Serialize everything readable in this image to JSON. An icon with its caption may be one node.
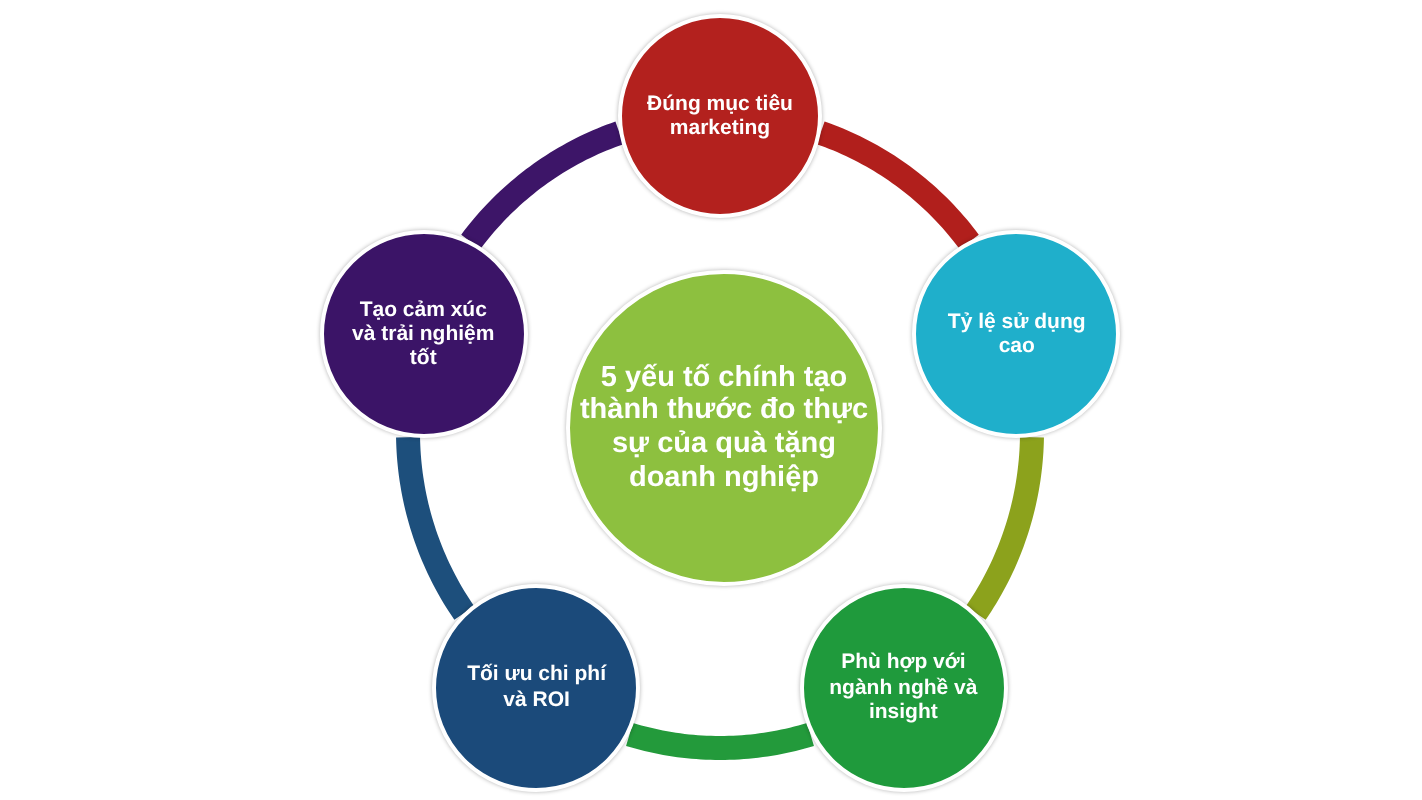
{
  "diagram": {
    "nodes": [
      {
        "text": [
          "5 yếu tố chính tạo thành thước đo thực sự của quà tặng doanh nghiệp"
        ]
      },
      {
        "text": [
          "Đúng mục tiêu marketing"
        ]
      },
      {
        "text": [
          "Tỷ lệ sử dụng cao"
        ]
      },
      {
        "text": [
          "Phù hợp với ngành nghề và insight"
        ]
      },
      {
        "text": [
          "Tối ưu chi phí và ROI"
        ]
      },
      {
        "text": [
          "Tạo cảm xúc và trải nghiệm tốt"
        ]
      }
    ],
    "edges": [
      {
        "from": 1,
        "to": 2,
        "arrow": "none",
        "color": "#b11f1c"
      },
      {
        "from": 2,
        "to": 3,
        "arrow": "none",
        "color": "#8ca21c"
      },
      {
        "from": 3,
        "to": 4,
        "arrow": "none",
        "color": "#239a3b"
      },
      {
        "from": 4,
        "to": 5,
        "arrow": "none",
        "color": "#1d4f7c"
      },
      {
        "from": 5,
        "to": 1,
        "arrow": "none",
        "color": "#3d1568"
      }
    ]
  }
}
